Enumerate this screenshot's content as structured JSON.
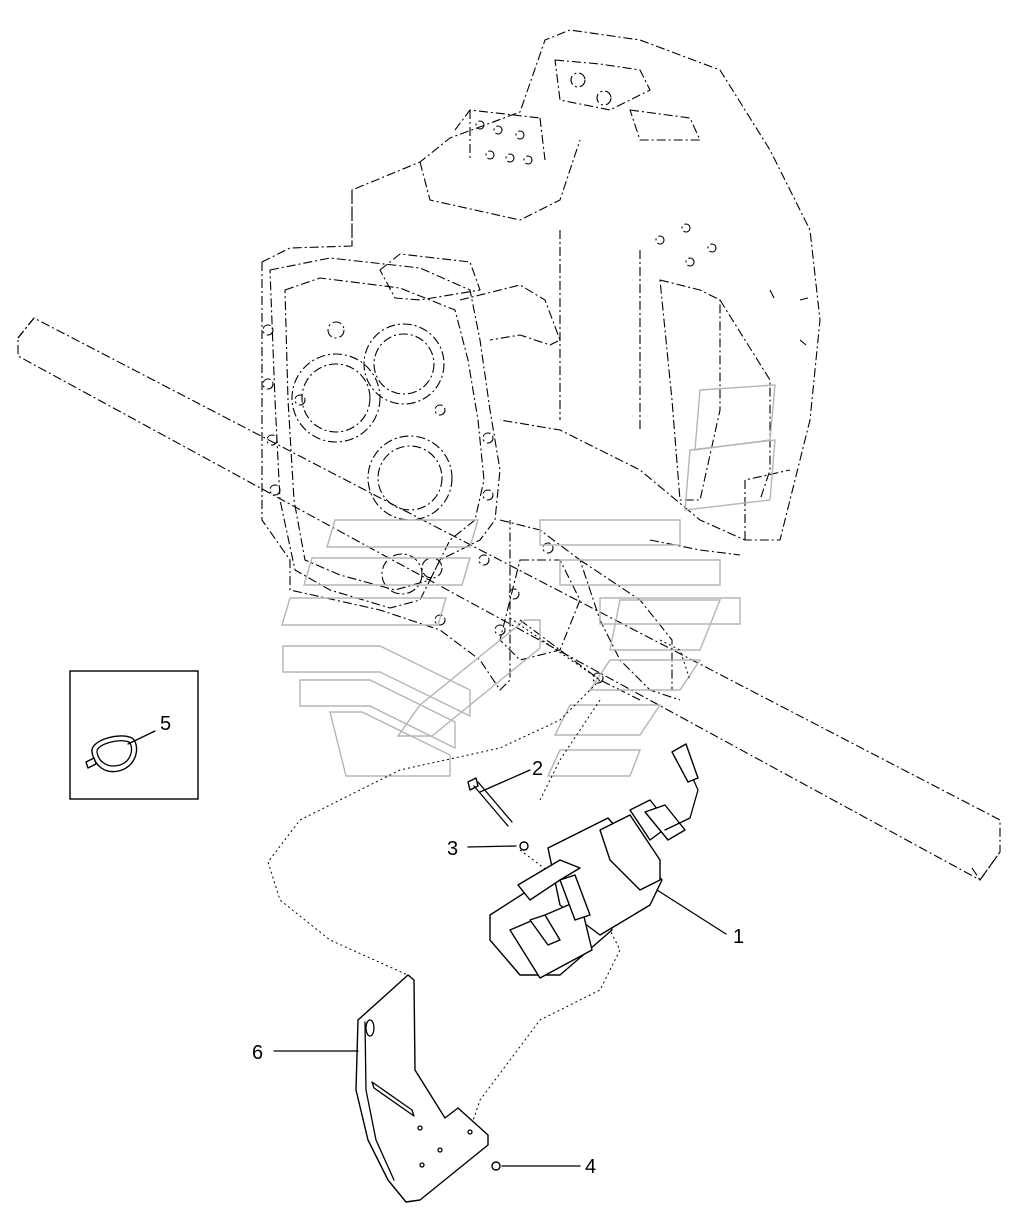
{
  "callouts": {
    "c1": "1",
    "c2": "2",
    "c3": "3",
    "c4": "4",
    "c5": "5",
    "c6": "6"
  },
  "icons": {
    "watermark": "brand-logo-watermark"
  }
}
